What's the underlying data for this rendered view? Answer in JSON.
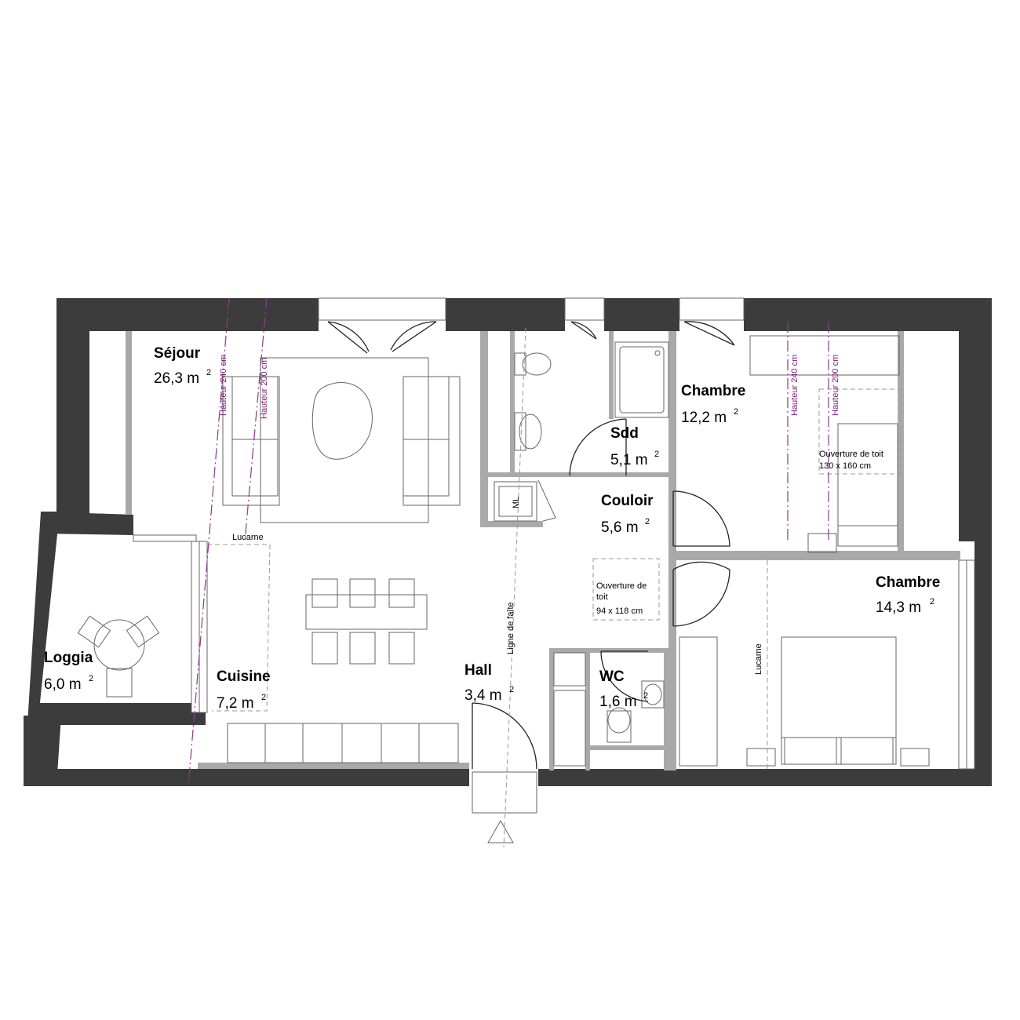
{
  "rooms": [
    {
      "name": "Séjour",
      "area": "26,3 m",
      "unit_sup": "2"
    },
    {
      "name": "Chambre",
      "area": "12,2 m",
      "unit_sup": "2"
    },
    {
      "name": "Sdd",
      "area": "5,1 m",
      "unit_sup": "2"
    },
    {
      "name": "Couloir",
      "area": "5,6 m",
      "unit_sup": "2"
    },
    {
      "name": "Chambre",
      "area": "14,3 m",
      "unit_sup": "2"
    },
    {
      "name": "Loggia",
      "area": "6,0 m",
      "unit_sup": "2"
    },
    {
      "name": "Cuisine",
      "area": "7,2 m",
      "unit_sup": "2"
    },
    {
      "name": "Hall",
      "area": "3,4 m",
      "unit_sup": "2"
    },
    {
      "name": "WC",
      "area": "1,6 m",
      "unit_sup": "2"
    }
  ],
  "annotations": {
    "hauteur_240": "Hauteur 240 cm",
    "hauteur_200": "Hauteur 200 cm",
    "lucarne": "Lucarne",
    "ligne_de_faite": "Ligne de faîte",
    "ml": "ML",
    "roof_opening_large_line1": "Ouverture de toit",
    "roof_opening_large_line2": "130 x 160 cm",
    "roof_opening_small_line1": "Ouverture de",
    "roof_opening_small_line2": "toit",
    "roof_opening_small_line3": "94 x 118 cm"
  },
  "colors": {
    "outer_wall": "#3c3c3c",
    "inner_wall": "#a9a9a9",
    "height_line": "#8b3a8b"
  }
}
